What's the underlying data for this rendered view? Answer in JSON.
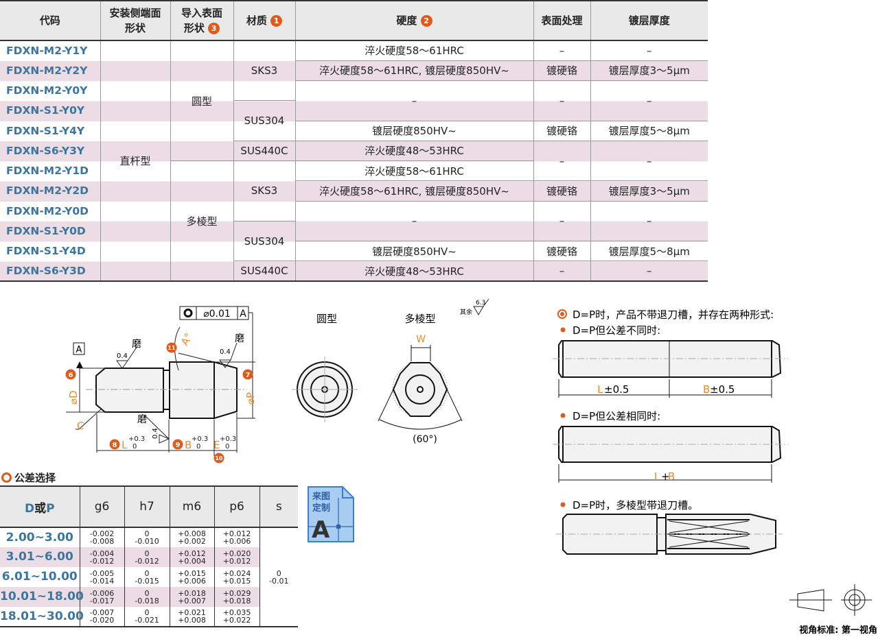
{
  "spec_table": {
    "headers": {
      "code": "代码",
      "mount": [
        "安装侧端面",
        "形状"
      ],
      "lead": [
        "导入表面",
        "形状"
      ],
      "lead_num": "3",
      "material": "材质",
      "material_num": "1",
      "hardness": "硬度",
      "hardness_num": "2",
      "surface": "表面处理",
      "plating": "镀层厚度"
    },
    "codes": [
      "FDXN-M2-Y1Y",
      "FDXN-M2-Y2Y",
      "FDXN-M2-Y0Y",
      "FDXN-S1-Y0Y",
      "FDXN-S1-Y4Y",
      "FDXN-S6-Y3Y",
      "FDXN-M2-Y1D",
      "FDXN-M2-Y2D",
      "FDXN-M2-Y0D",
      "FDXN-S1-Y0D",
      "FDXN-S1-Y4D",
      "FDXN-S6-Y3D"
    ],
    "mount": "直杆型",
    "lead": [
      "圆型",
      "多棱型"
    ],
    "materials": [
      "SKS3",
      "SUS304",
      "SUS440C",
      "SKS3",
      "SUS304",
      "SUS440C"
    ],
    "hardness": [
      "淬火硬度58～61HRC",
      "淬火硬度58～61HRC, 镀层硬度850HV~",
      "–",
      "镀层硬度850HV~",
      "淬火硬度48～53HRC",
      "淬火硬度58～61HRC",
      "淬火硬度58～61HRC, 镀层硬度850HV~",
      "–",
      "镀层硬度850HV~",
      "淬火硬度48～53HRC"
    ],
    "surface": [
      "–",
      "镀硬铬",
      "–",
      "镀硬铬",
      "–",
      "镀硬铬",
      "–",
      "镀硬铬",
      "–"
    ],
    "plating": [
      "–",
      "镀层厚度3～5μm",
      "–",
      "镀层厚度5～8μm",
      "–",
      "镀层厚度3～5μm",
      "–",
      "镀层厚度5～8μm",
      "–"
    ]
  },
  "drawing": {
    "fcf": {
      "value": "⌀0.01",
      "datum": "A"
    },
    "datum": "A",
    "grind": "磨",
    "ra": "0.4",
    "angle": "A°",
    "chamfer": "C",
    "dia_d": "⌀D",
    "dia_p": "⌀P",
    "n6": "6",
    "n7": "7",
    "n8": "8",
    "n9": "9",
    "n10": "10",
    "n11": "11",
    "L": "L",
    "B": "B",
    "E": "E",
    "tol_plus": "+0.3",
    "tol_zero": "0",
    "round_label": "圆型",
    "poly_label": "多棱型",
    "W": "W",
    "angle60": "(60°)",
    "rest": "其余",
    "rest_ra": "6.3"
  },
  "notes": {
    "title": "D=P时，产品不带退刀槽，并存在两种形式:",
    "case1": "D=P但公差不同时:",
    "L_tol": "L",
    "L_tol_val": "±0.5",
    "B_tol": "B",
    "B_tol_val": "±0.5",
    "case2": "D=P但公差相同时:",
    "LB_L": "L",
    "LB_plus": "+",
    "LB_B": "B",
    "case3": "D=P时，多棱型带退刀槽。",
    "view_standard": "视角标准: 第一视角"
  },
  "tolerance": {
    "title": "公差选择",
    "head_dp": {
      "d": "D",
      "or": "或",
      "p": "P"
    },
    "columns": [
      "g6",
      "h7",
      "m6",
      "p6",
      "s"
    ],
    "rows": [
      {
        "range": "2.00~3.00",
        "g6": [
          "-0.002",
          "-0.008"
        ],
        "h7": [
          "0",
          "-0.010"
        ],
        "m6": [
          "+0.008",
          "+0.002"
        ],
        "p6": [
          "+0.012",
          "+0.006"
        ]
      },
      {
        "range": "3.01~6.00",
        "g6": [
          "-0.004",
          "-0.012"
        ],
        "h7": [
          "0",
          "-0.012"
        ],
        "m6": [
          "+0.012",
          "+0.004"
        ],
        "p6": [
          "+0.020",
          "+0.012"
        ]
      },
      {
        "range": "6.01~10.00",
        "g6": [
          "-0.005",
          "-0.014"
        ],
        "h7": [
          "0",
          "-0.015"
        ],
        "m6": [
          "+0.015",
          "+0.006"
        ],
        "p6": [
          "+0.024",
          "+0.015"
        ]
      },
      {
        "range": "10.01~18.00",
        "g6": [
          "-0.006",
          "-0.017"
        ],
        "h7": [
          "0",
          "-0.018"
        ],
        "m6": [
          "+0.018",
          "+0.007"
        ],
        "p6": [
          "+0.029",
          "+0.018"
        ]
      },
      {
        "range": "18.01~30.00",
        "g6": [
          "-0.007",
          "-0.020"
        ],
        "h7": [
          "0",
          "-0.021"
        ],
        "m6": [
          "+0.021",
          "+0.008"
        ],
        "p6": [
          "+0.035",
          "+0.022"
        ]
      }
    ],
    "s": [
      "0",
      "-0.01"
    ]
  },
  "badge": {
    "line1": "来图",
    "line2": "定制",
    "letter": "A"
  },
  "colors": {
    "code_blue": "#3c76a0",
    "accent_orange": "#e05a1a",
    "letter_orange": "#f08a24",
    "stripe": "#ecdde4"
  }
}
